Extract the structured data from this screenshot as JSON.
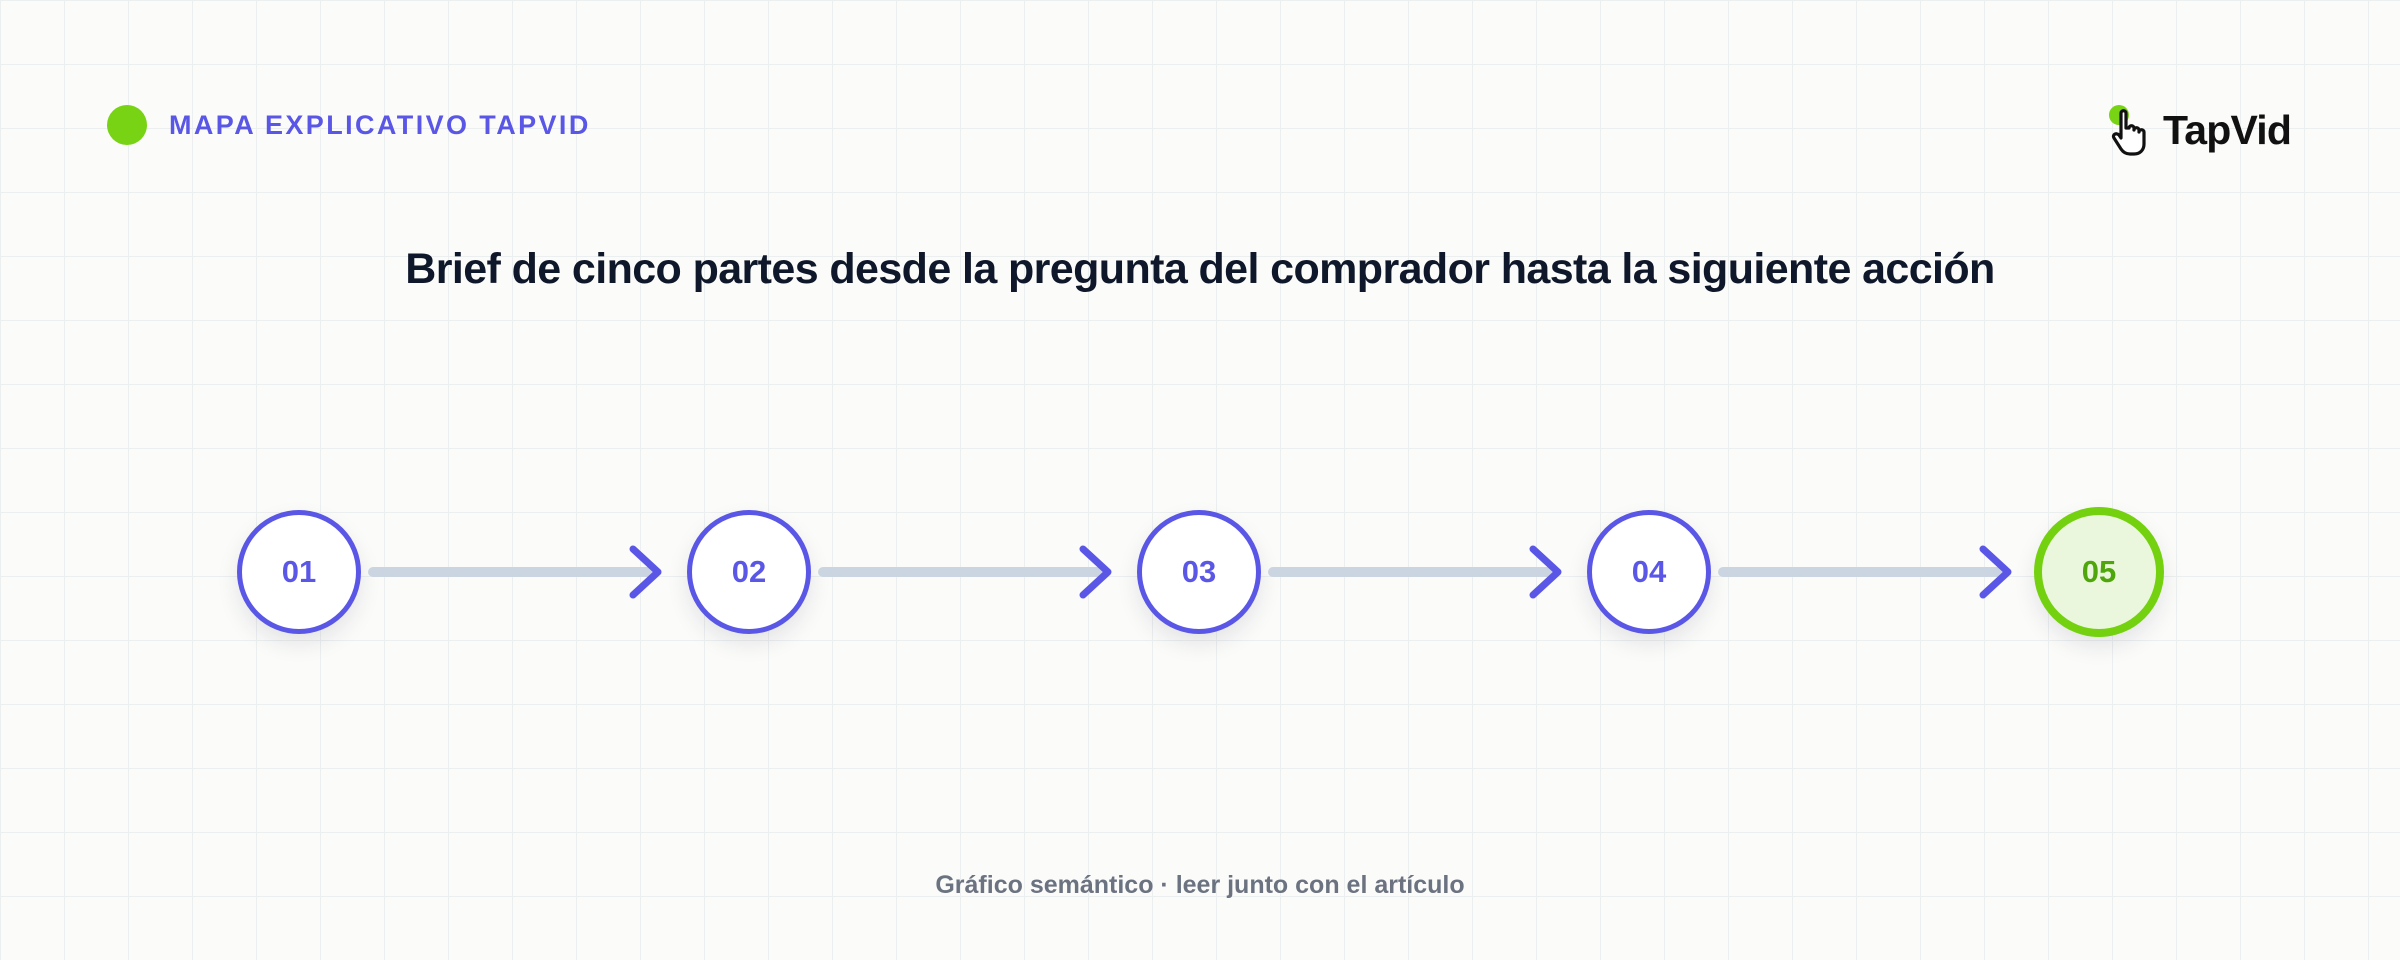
{
  "header": {
    "kicker": "MAPA EXPLICATIVO TAPVID",
    "brand_name": "TapVid"
  },
  "title": "Brief de cinco partes desde la pregunta del comprador hasta la siguiente acción",
  "flow": {
    "steps": [
      {
        "label": "01",
        "state": "default"
      },
      {
        "label": "02",
        "state": "default"
      },
      {
        "label": "03",
        "state": "default"
      },
      {
        "label": "04",
        "state": "default"
      },
      {
        "label": "05",
        "state": "final"
      }
    ],
    "connector_icon": "arrow-right-icon"
  },
  "footer": "Gráfico semántico · leer junto con el artículo",
  "colors": {
    "background": "#fbfcfa",
    "grid": "#eceff0",
    "accent_indigo": "#5b57e6",
    "accent_green": "#74d10f",
    "final_fill": "#ebf7dc",
    "connector_line": "#cbd5e1",
    "title_text": "#0f172a",
    "footer_text": "#6b7280"
  },
  "icons": {
    "kicker_dot": "green-dot-icon",
    "brand_mark": "tap-hand-icon"
  }
}
